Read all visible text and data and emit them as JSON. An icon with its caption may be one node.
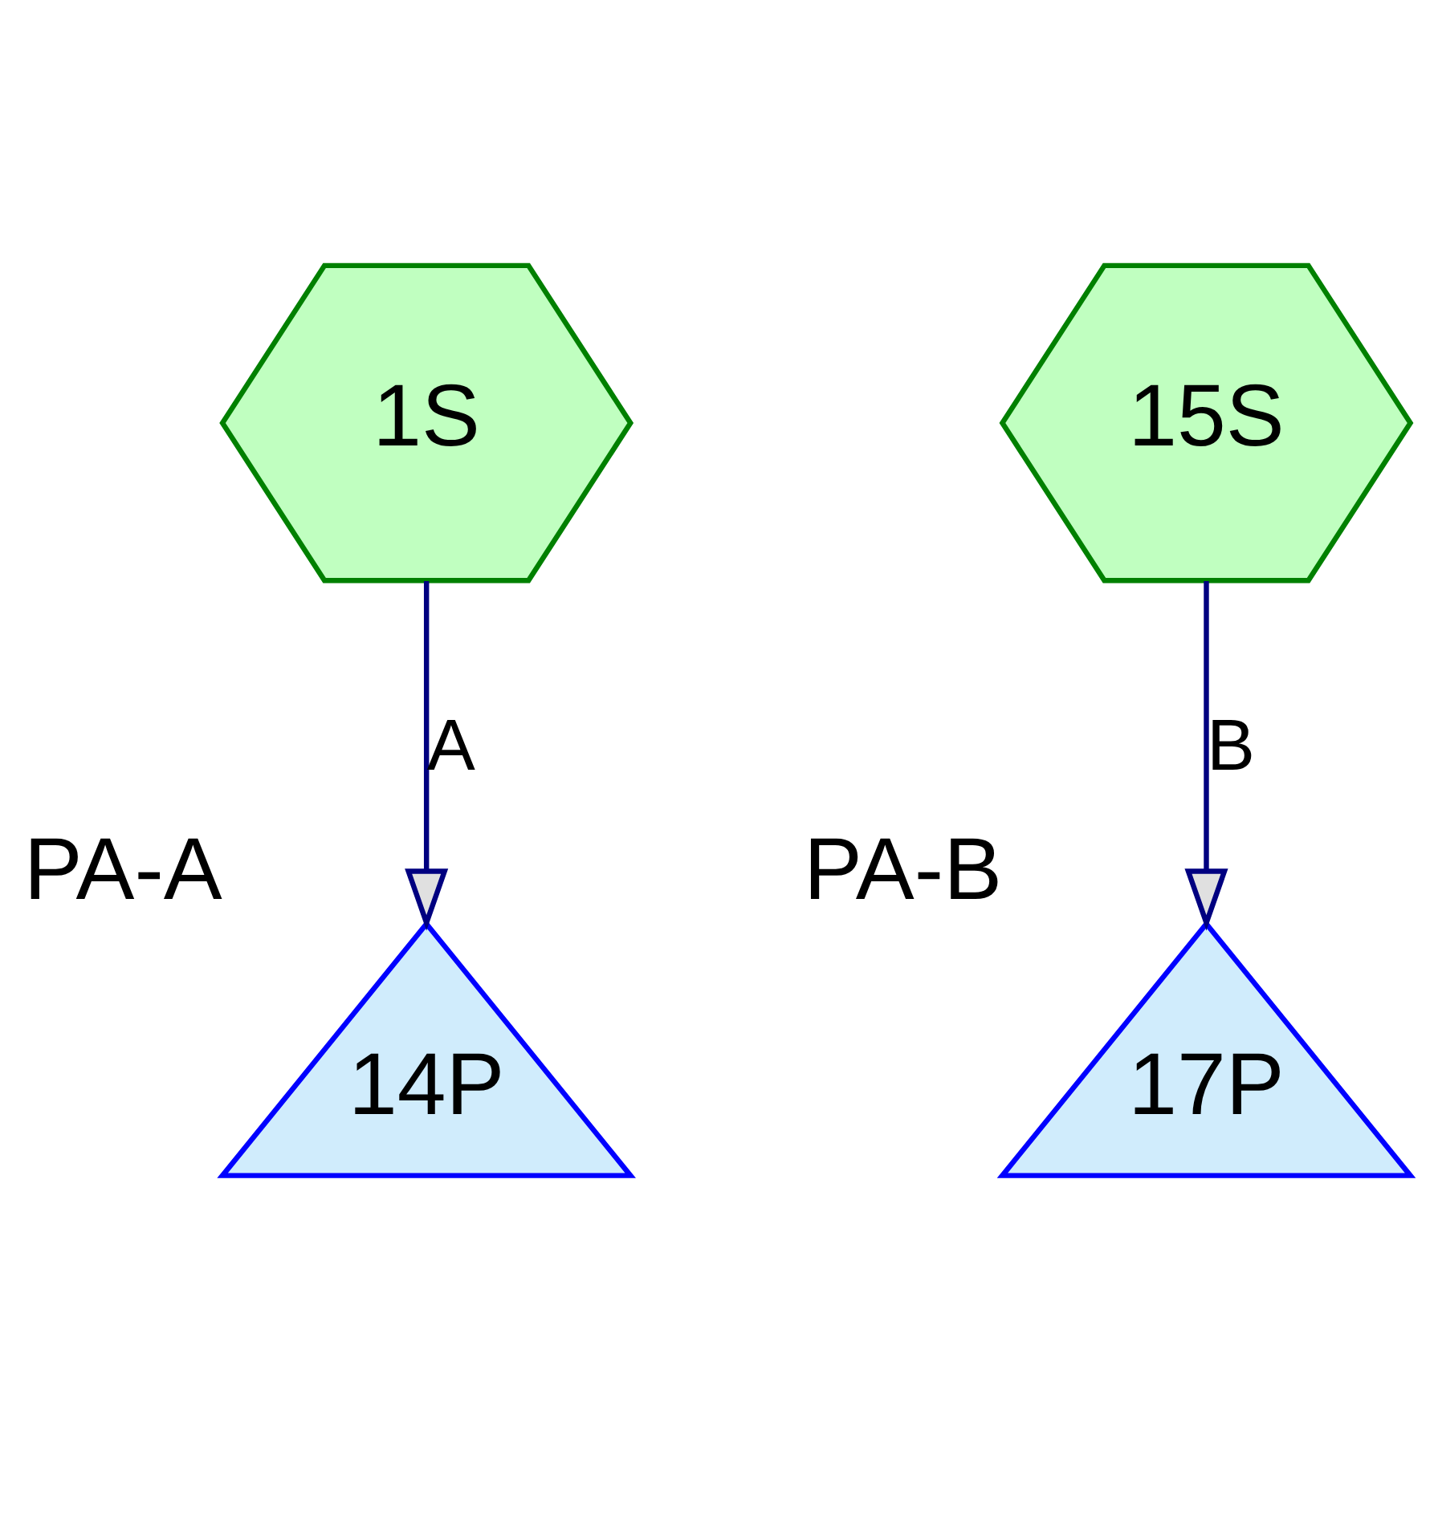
{
  "diagram": {
    "nodes": [
      {
        "text": [
          "1S"
        ]
      },
      {
        "text": [
          "14P"
        ],
        "beside": [
          "PA-A"
        ]
      },
      {
        "text": [
          "15S"
        ]
      },
      {
        "text": [
          "17P"
        ],
        "beside": [
          "PA-B"
        ]
      }
    ],
    "edges": [
      {
        "from": 0,
        "to": 1,
        "arrow": "to",
        "label": "A"
      },
      {
        "from": 2,
        "to": 3,
        "arrow": "to",
        "label": "B"
      }
    ]
  }
}
